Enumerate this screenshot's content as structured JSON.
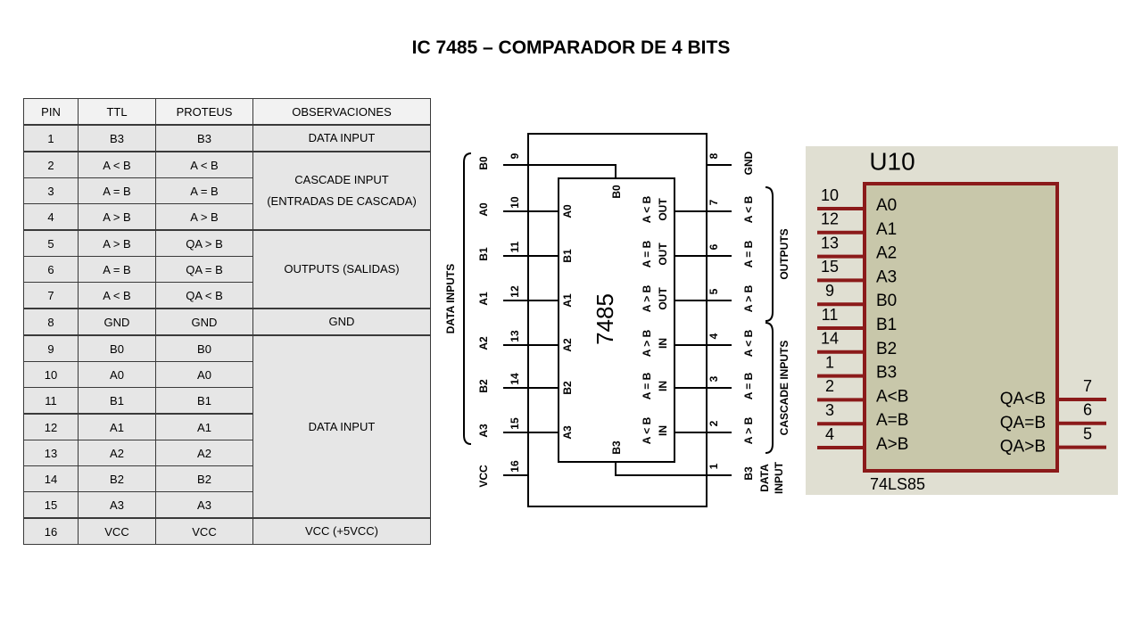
{
  "title": "IC 7485 – COMPARADOR DE 4 BITS",
  "table": {
    "headers": [
      "PIN",
      "TTL",
      "PROTEUS",
      "OBSERVACIONES"
    ],
    "rows": [
      {
        "pin": "1",
        "ttl": "B3",
        "proteus": "B3"
      },
      {
        "pin": "2",
        "ttl": "A < B",
        "proteus": "A < B"
      },
      {
        "pin": "3",
        "ttl": "A = B",
        "proteus": "A = B"
      },
      {
        "pin": "4",
        "ttl": "A > B",
        "proteus": "A > B"
      },
      {
        "pin": "5",
        "ttl": "A > B",
        "proteus": "QA > B"
      },
      {
        "pin": "6",
        "ttl": "A = B",
        "proteus": "QA = B"
      },
      {
        "pin": "7",
        "ttl": "A < B",
        "proteus": "QA < B"
      },
      {
        "pin": "8",
        "ttl": "GND",
        "proteus": "GND"
      },
      {
        "pin": "9",
        "ttl": "B0",
        "proteus": "B0"
      },
      {
        "pin": "10",
        "ttl": "A0",
        "proteus": "A0"
      },
      {
        "pin": "11",
        "ttl": "B1",
        "proteus": "B1"
      },
      {
        "pin": "12",
        "ttl": "A1",
        "proteus": "A1"
      },
      {
        "pin": "13",
        "ttl": "A2",
        "proteus": "A2"
      },
      {
        "pin": "14",
        "ttl": "B2",
        "proteus": "B2"
      },
      {
        "pin": "15",
        "ttl": "A3",
        "proteus": "A3"
      },
      {
        "pin": "16",
        "ttl": "VCC",
        "proteus": "VCC"
      }
    ],
    "observations": {
      "data_input_1": "DATA INPUT",
      "cascade_line1": "CASCADE INPUT",
      "cascade_line2": "(ENTRADAS DE CASCADA)",
      "outputs": "OUTPUTS (SALIDAS)",
      "gnd": "GND",
      "data_input_2": "DATA INPUT",
      "vcc": "VCC (+5VCC)"
    }
  },
  "dip": {
    "chip_name": "7485",
    "left_pins": [
      {
        "num": "9",
        "label": "B0"
      },
      {
        "num": "10",
        "label": "A0"
      },
      {
        "num": "11",
        "label": "B1"
      },
      {
        "num": "12",
        "label": "A1"
      },
      {
        "num": "13",
        "label": "A2"
      },
      {
        "num": "14",
        "label": "B2"
      },
      {
        "num": "15",
        "label": "A3"
      },
      {
        "num": "16",
        "label": "VCC"
      }
    ],
    "right_pins": [
      {
        "num": "8",
        "label": "GND"
      },
      {
        "num": "7",
        "label": "A < B"
      },
      {
        "num": "6",
        "label": "A = B"
      },
      {
        "num": "5",
        "label": "A > B"
      },
      {
        "num": "4",
        "label": "A < B"
      },
      {
        "num": "3",
        "label": "A = B"
      },
      {
        "num": "2",
        "label": "A > B"
      },
      {
        "num": "1",
        "label": "B3"
      }
    ],
    "inner_left": [
      "A0",
      "B1",
      "A1",
      "A2",
      "B2",
      "A3"
    ],
    "inner_top": "B0",
    "inner_bottom": "B3",
    "inner_right": [
      {
        "fn": "A < B",
        "dir": "OUT"
      },
      {
        "fn": "A = B",
        "dir": "OUT"
      },
      {
        "fn": "A > B",
        "dir": "OUT"
      },
      {
        "fn": "A > B",
        "dir": "IN"
      },
      {
        "fn": "A = B",
        "dir": "IN"
      },
      {
        "fn": "A < B",
        "dir": "IN"
      }
    ],
    "group_labels": {
      "data_inputs": "DATA INPUTS",
      "outputs": "OUTPUTS",
      "cascade_inputs": "CASCADE INPUTS",
      "data_input_line1": "DATA",
      "data_input_line2": "INPUT"
    }
  },
  "proteus": {
    "ref": "U10",
    "part": "74LS85",
    "left_pins": [
      {
        "num": "10",
        "label": "A0"
      },
      {
        "num": "12",
        "label": "A1"
      },
      {
        "num": "13",
        "label": "A2"
      },
      {
        "num": "15",
        "label": "A3"
      },
      {
        "num": "9",
        "label": "B0"
      },
      {
        "num": "11",
        "label": "B1"
      },
      {
        "num": "14",
        "label": "B2"
      },
      {
        "num": "1",
        "label": "B3"
      },
      {
        "num": "2",
        "label": "A<B"
      },
      {
        "num": "3",
        "label": "A=B"
      },
      {
        "num": "4",
        "label": "A>B"
      }
    ],
    "right_pins": [
      {
        "num": "7",
        "label": "QA<B"
      },
      {
        "num": "6",
        "label": "QA=B"
      },
      {
        "num": "5",
        "label": "QA>B"
      }
    ],
    "colors": {
      "background": "#e0dfd2",
      "body": "#c8c7aa",
      "outline": "#8b1a1a"
    }
  }
}
